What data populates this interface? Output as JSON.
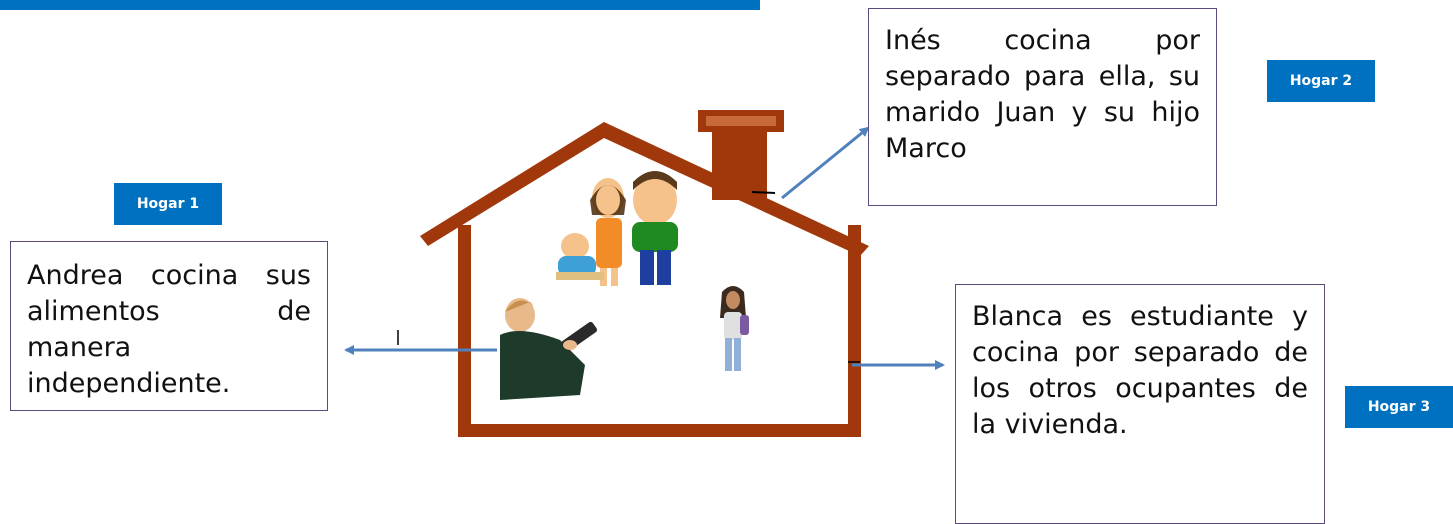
{
  "colors": {
    "accent": "#0070c0",
    "house": "#a0380c",
    "arrow": "#4f81bd",
    "box_border": "#5b4a7a"
  },
  "badges": {
    "hogar1": "Hogar 1",
    "hogar2": "Hogar 2",
    "hogar3": "Hogar 3"
  },
  "boxes": {
    "andrea": "Andrea cocina sus alimentos de manera independiente.",
    "ines": "Inés cocina por separado para ella, su marido  Juan y su hijo Marco",
    "blanca": "Blanca es estudiante y cocina por separado de los otros ocupantes de la vivienda."
  },
  "figures": [
    "family-illustration",
    "woman-with-clipboard-illustration",
    "student-illustration"
  ]
}
